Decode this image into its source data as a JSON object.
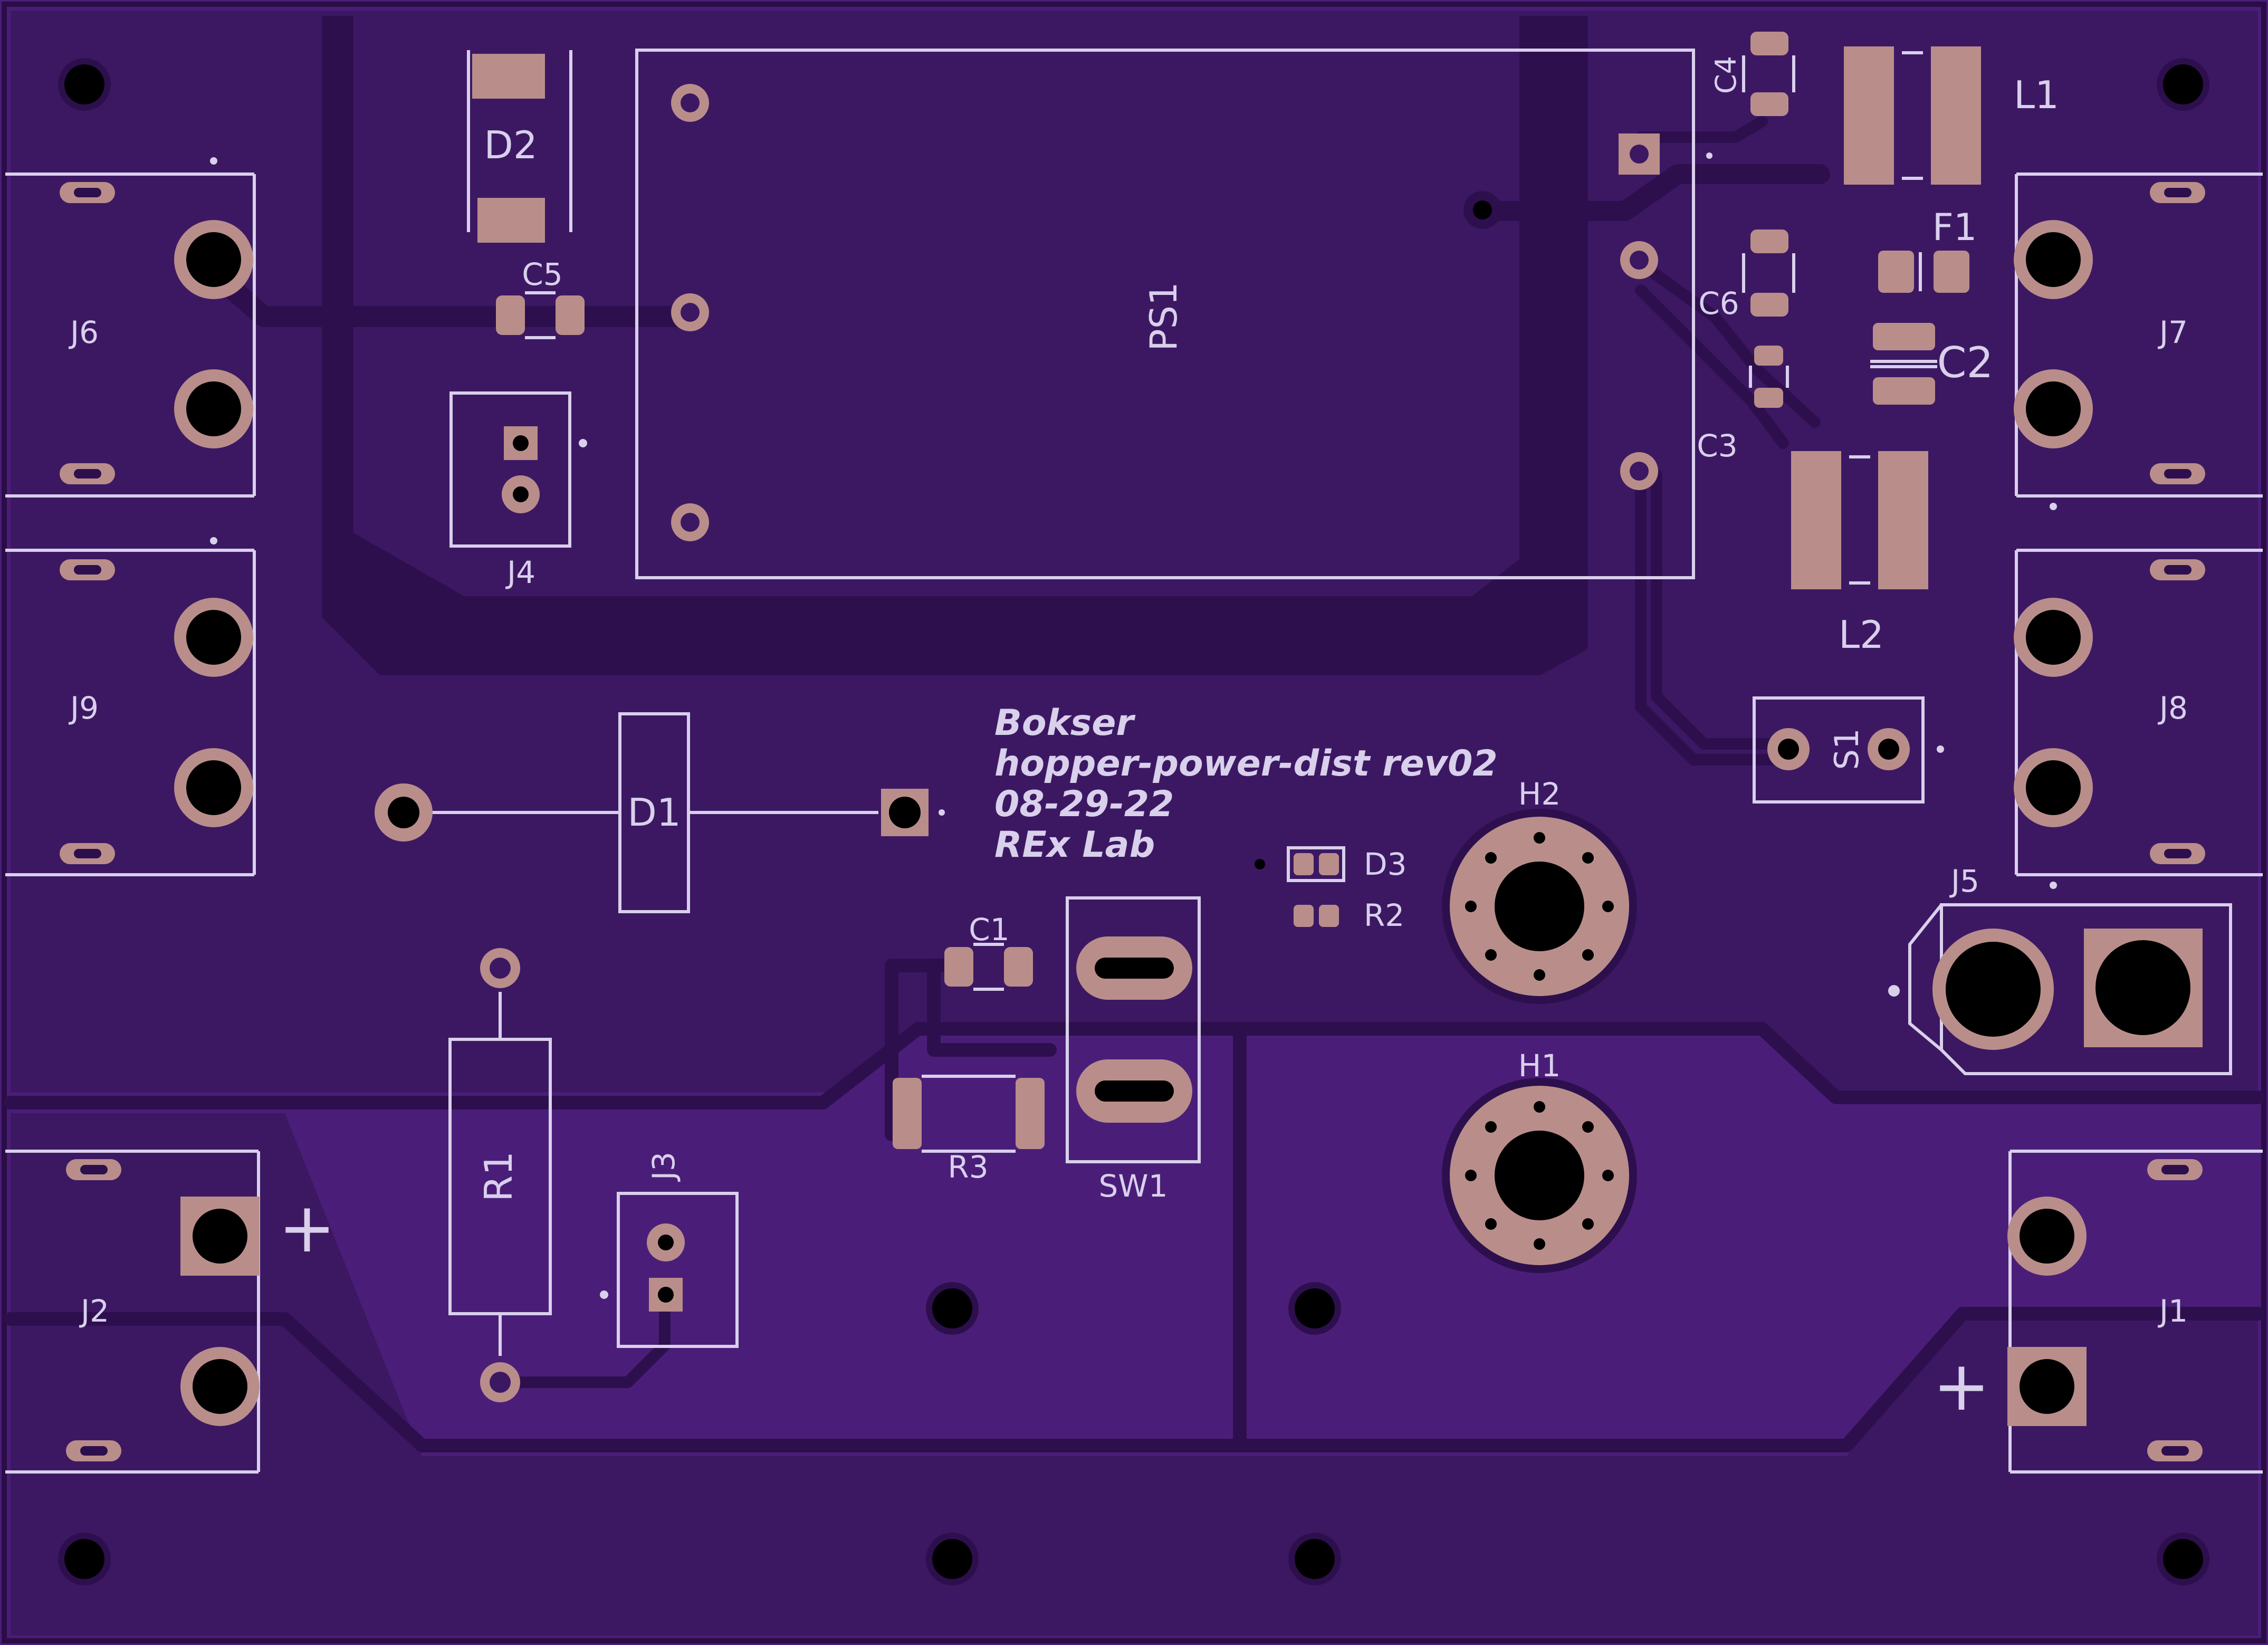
{
  "board": {
    "colors": {
      "substrate": "#4a1e78",
      "copper": "#3c1863",
      "trace": "#2e0f4e",
      "pad": "#b98e8a",
      "silkscreen": "#d9d0ec",
      "drill": "#000000"
    },
    "title_block": [
      "Bokser",
      "hopper-power-dist rev02",
      "08-29-22",
      "REx Lab"
    ],
    "designators": {
      "ps1": "PS1",
      "d1": "D1",
      "d2": "D2",
      "d3": "D3",
      "c1": "C1",
      "c2": "C2",
      "c3": "C3",
      "c4": "C4",
      "c5": "C5",
      "c6": "C6",
      "l1": "L1",
      "l2": "L2",
      "f1": "F1",
      "r1": "R1",
      "r2": "R2",
      "r3": "R3",
      "s1": "S1",
      "sw1": "SW1",
      "h1": "H1",
      "h2": "H2",
      "j1": "J1",
      "j2": "J2",
      "j3": "J3",
      "j4": "J4",
      "j5": "J5",
      "j6": "J6",
      "j7": "J7",
      "j8": "J8",
      "j9": "J9"
    },
    "polarity_mark": "+"
  }
}
